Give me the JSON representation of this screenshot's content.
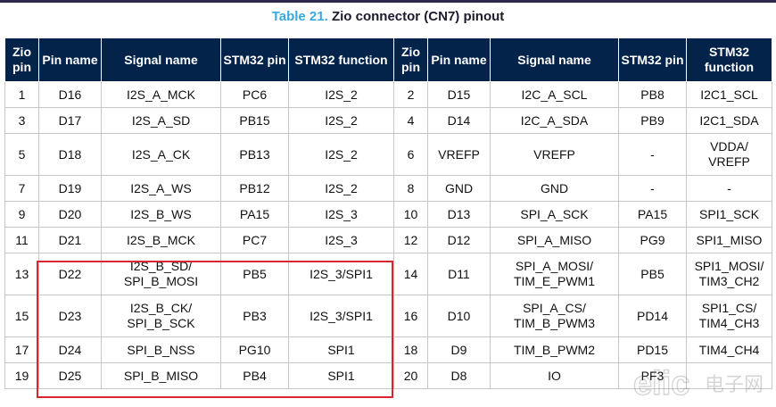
{
  "caption": {
    "number": "Table 21.",
    "title": "Zio connector (CN7) pinout"
  },
  "headers": [
    "Zio pin",
    "Pin name",
    "Signal name",
    "STM32 pin",
    "STM32 function",
    "Zio pin",
    "Pin name",
    "Signal name",
    "STM32 pin",
    "STM32 function"
  ],
  "rows": [
    [
      "1",
      "D16",
      "I2S_A_MCK",
      "PC6",
      "I2S_2",
      "2",
      "D15",
      "I2C_A_SCL",
      "PB8",
      "I2C1_SCL"
    ],
    [
      "3",
      "D17",
      "I2S_A_SD",
      "PB15",
      "I2S_2",
      "4",
      "D14",
      "I2C_A_SDA",
      "PB9",
      "I2C1_SDA"
    ],
    [
      "5",
      "D18",
      "I2S_A_CK",
      "PB13",
      "I2S_2",
      "6",
      "VREFP",
      "VREFP",
      "-",
      "VDDA/\nVREFP"
    ],
    [
      "7",
      "D19",
      "I2S_A_WS",
      "PB12",
      "I2S_2",
      "8",
      "GND",
      "GND",
      "-",
      "-"
    ],
    [
      "9",
      "D20",
      "I2S_B_WS",
      "PA15",
      "I2S_3",
      "10",
      "D13",
      "SPI_A_SCK",
      "PA15",
      "SPI1_SCK"
    ],
    [
      "11",
      "D21",
      "I2S_B_MCK",
      "PC7",
      "I2S_3",
      "12",
      "D12",
      "SPI_A_MISO",
      "PG9",
      "SPI1_MISO"
    ],
    [
      "13",
      "D22",
      "I2S_B_SD/\nSPI_B_MOSI",
      "PB5",
      "I2S_3/SPI1",
      "14",
      "D11",
      "SPI_A_MOSI/\nTIM_E_PWM1",
      "PB5",
      "SPI1_MOSI/\nTIM3_CH2"
    ],
    [
      "15",
      "D23",
      "I2S_B_CK/\nSPI_B_SCK",
      "PB3",
      "I2S_3/SPI1",
      "16",
      "D10",
      "SPI_A_CS/\nTIM_B_PWM3",
      "PD14",
      "SPI1_CS/\nTIM4_CH3"
    ],
    [
      "17",
      "D24",
      "SPI_B_NSS",
      "PG10",
      "SPI1",
      "18",
      "D9",
      "TIM_B_PWM2",
      "PD15",
      "TIM4_CH4"
    ],
    [
      "19",
      "D25",
      "SPI_B_MISO",
      "PB4",
      "SPI1",
      "20",
      "D8",
      "IO",
      "PF3",
      ""
    ]
  ],
  "watermark": {
    "brand": "elic",
    "text": "电子网"
  },
  "colors": {
    "header_bg": "#03234b",
    "caption_number": "#39a9dc",
    "highlight_border": "#d7262e"
  }
}
